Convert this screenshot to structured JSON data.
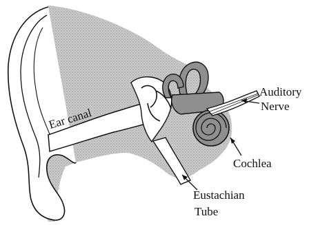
{
  "diagram": {
    "labels": {
      "ear_canal": "Ear canal",
      "auditory_nerve_line1": "Auditory",
      "auditory_nerve_line2": "Nerve",
      "cochlea": "Cochlea",
      "eustachian_line1": "Eustachian",
      "eustachian_line2": "Tube"
    },
    "colors": {
      "outline": "#111111",
      "tissue_shade": "#bdbdbd",
      "inner_ear_fill": "#8f8f8f",
      "background": "#ffffff"
    }
  }
}
